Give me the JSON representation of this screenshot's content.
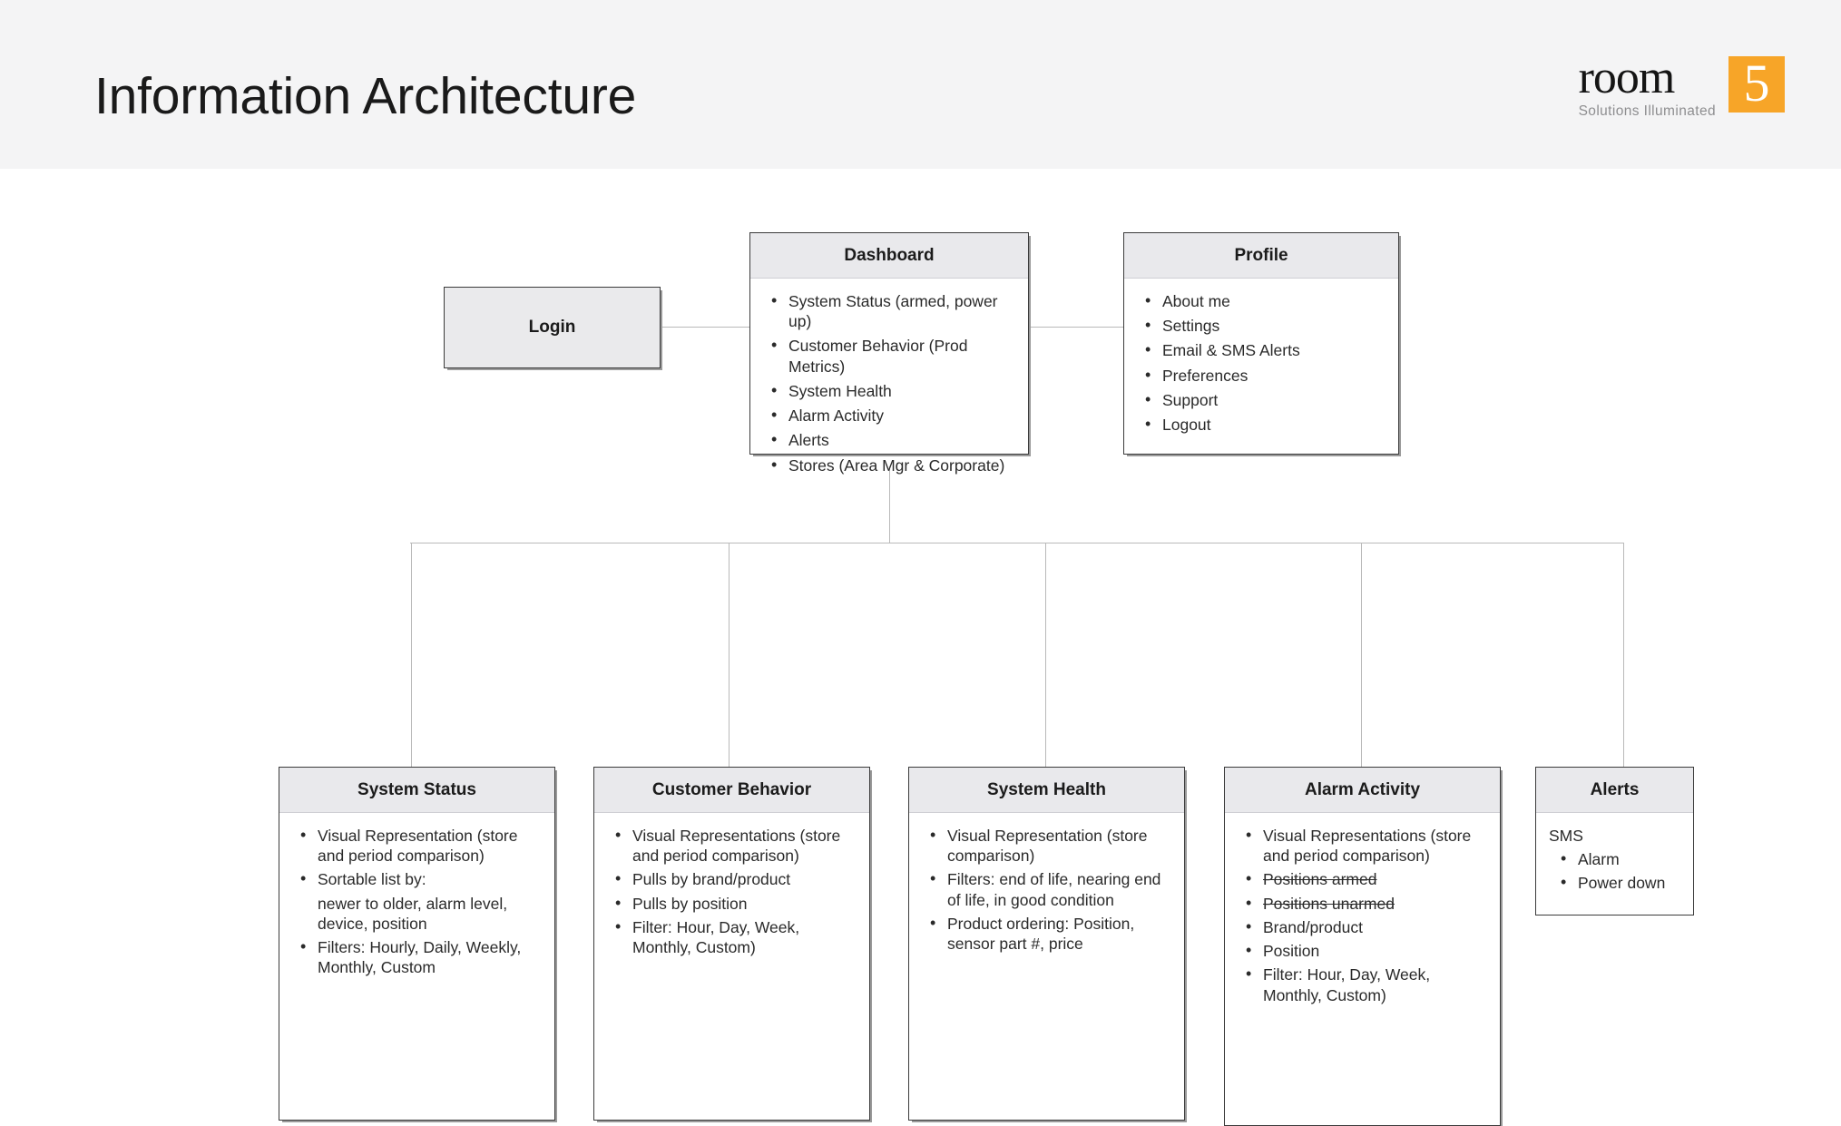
{
  "header": {
    "title": "Information Architecture",
    "logo": {
      "wordmark": "room",
      "tagline": "Solutions Illuminated",
      "mark_digit": "5",
      "mark_color": "#f7a528"
    }
  },
  "diagram": {
    "login": {
      "label": "Login"
    },
    "dashboard": {
      "title": "Dashboard",
      "items": [
        "System Status (armed, power up)",
        "Customer Behavior (Prod Metrics)",
        "System Health",
        "Alarm Activity",
        "Alerts",
        "Stores (Area Mgr & Corporate)"
      ]
    },
    "profile": {
      "title": "Profile",
      "items": [
        "About me",
        "Settings",
        "Email & SMS Alerts",
        "Preferences",
        "Support",
        "Logout"
      ]
    },
    "system_status": {
      "title": "System Status",
      "items": [
        "Visual Representation (store and period comparison)",
        "Sortable list by:"
      ],
      "continuation": "newer to older, alarm level, device, position",
      "items_after": [
        "Filters: Hourly, Daily, Weekly, Monthly, Custom"
      ]
    },
    "customer_behavior": {
      "title": "Customer Behavior",
      "items": [
        "Visual Representations (store and period comparison)",
        "Pulls by brand/product",
        "Pulls by position",
        "Filter: Hour, Day, Week, Monthly, Custom)"
      ]
    },
    "system_health": {
      "title": "System Health",
      "items": [
        "Visual Representation (store comparison)",
        "Filters: end of life, nearing end of life, in good condition",
        "Product ordering: Position, sensor part #, price"
      ]
    },
    "alarm_activity": {
      "title": "Alarm Activity",
      "items": [
        "Visual Representations (store and period comparison)",
        "Positions armed",
        "Positions unarmed",
        "Brand/product",
        "Position",
        "Filter: Hour, Day, Week, Monthly, Custom)"
      ],
      "struck": [
        1,
        2
      ]
    },
    "alerts": {
      "title": "Alerts",
      "lead": "SMS",
      "items": [
        "Alarm",
        "Power down"
      ]
    }
  }
}
